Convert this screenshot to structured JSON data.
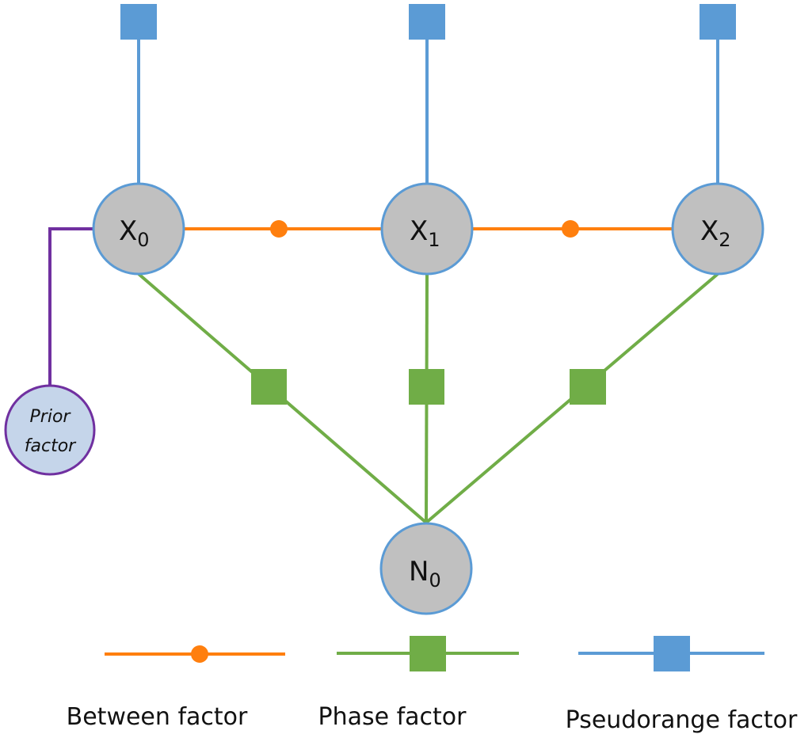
{
  "title": "Factor graph",
  "colors": {
    "between": "#ff7f0e",
    "phase": "#70ad47",
    "pseudorange": "#5b9bd5",
    "prior": "#7030a0",
    "prior_fill": "#c5d5ea",
    "node_fill": "#c0c0c0",
    "node_stroke": "#5b9bd5"
  },
  "nodes": [
    {
      "id": "X0",
      "base": "X",
      "sub": "0"
    },
    {
      "id": "X1",
      "base": "X",
      "sub": "1"
    },
    {
      "id": "X2",
      "base": "X",
      "sub": "2"
    },
    {
      "id": "N0",
      "base": "N",
      "sub": "0"
    }
  ],
  "prior": {
    "line1": "Prior",
    "line2": "factor"
  },
  "factors": {
    "pseudorange": [
      "X0",
      "X1",
      "X2"
    ],
    "between": [
      [
        "X0",
        "X1"
      ],
      [
        "X1",
        "X2"
      ]
    ],
    "phase": [
      [
        "X0",
        "N0"
      ],
      [
        "X1",
        "N0"
      ],
      [
        "X2",
        "N0"
      ]
    ],
    "prior": [
      "X0"
    ]
  },
  "legend": [
    {
      "key": "between",
      "label": "Between factor",
      "marker": "circle"
    },
    {
      "key": "phase",
      "label": "Phase factor",
      "marker": "square"
    },
    {
      "key": "pseudorange",
      "label": "Pseudorange factor",
      "marker": "square"
    }
  ]
}
